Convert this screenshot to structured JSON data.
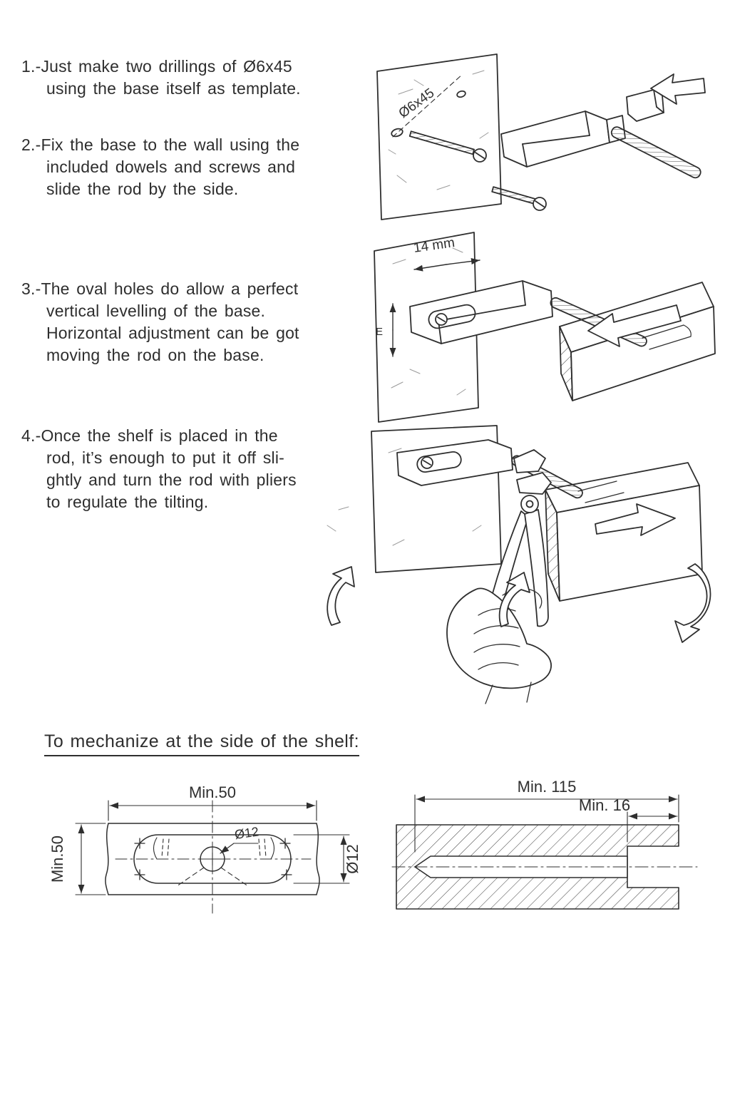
{
  "colors": {
    "ink": "#2f2f2f",
    "paper": "#ffffff"
  },
  "steps": [
    {
      "lines": [
        "1.-Just make two drillings of Ø6x45",
        "using the base itself as template."
      ]
    },
    {
      "lines": [
        "2.-Fix the base to the wall using the",
        "included dowels and screws and",
        "slide the rod by the side."
      ]
    },
    {
      "lines": [
        "3.-The oval holes do allow a perfect",
        "vertical levelling of the base.",
        "Horizontal adjustment can be got",
        "moving the rod on the base."
      ]
    },
    {
      "lines": [
        "4.-Once the shelf is placed in the",
        "rod, it’s enough to put it off sli-",
        "ghtly and turn the rod with pliers",
        "to regulate the tilting."
      ]
    }
  ],
  "illu1": {
    "drill_label": "Ø6x45"
  },
  "illu2": {
    "travel_label": "14 mm",
    "edge_label": "E"
  },
  "mech": {
    "heading": "To mechanize at the side of the shelf:",
    "plan": {
      "width_dim": "Min.50",
      "height_dim": "Min.50",
      "hole_label": "Ø12",
      "slot_dim": "Ø12"
    },
    "section": {
      "depth_dim": "Min. 115",
      "bore_dim": "Min. 16"
    }
  }
}
